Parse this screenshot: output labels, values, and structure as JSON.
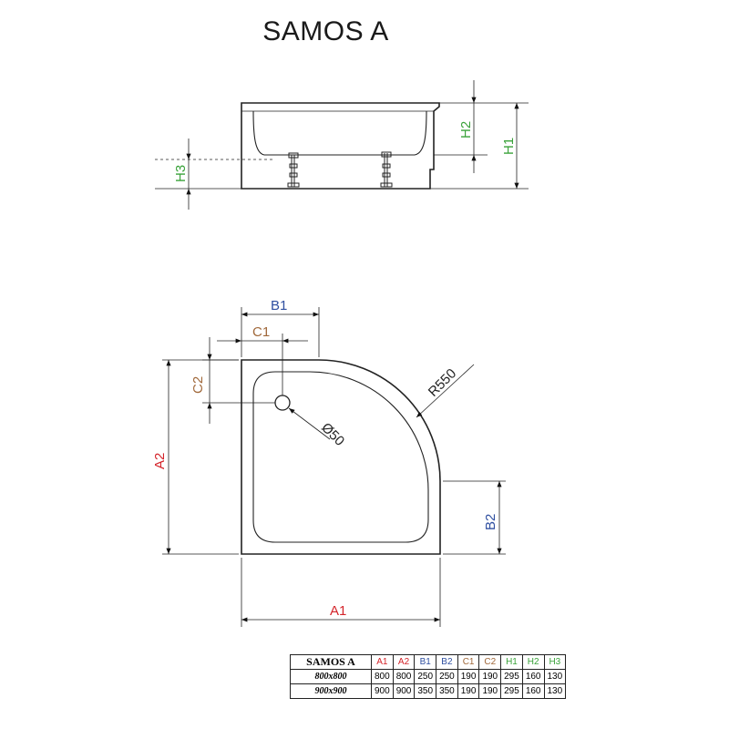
{
  "title": "SAMOS A",
  "labels": {
    "h1": "H1",
    "h2": "H2",
    "h3": "H3",
    "b1": "B1",
    "b2": "B2",
    "c1": "C1",
    "c2": "C2",
    "a1": "A1",
    "a2": "A2",
    "radius": "R550",
    "drain": "Ø50"
  },
  "colors": {
    "a": "#d4242a",
    "b": "#2f4fa0",
    "c": "#a0683a",
    "h": "#3aa23a",
    "line": "#222222"
  },
  "table": {
    "header": [
      "SAMOS A",
      "A1",
      "A2",
      "B1",
      "B2",
      "C1",
      "C2",
      "H1",
      "H2",
      "H3"
    ],
    "rows": [
      [
        "800x800",
        "800",
        "800",
        "250",
        "250",
        "190",
        "190",
        "295",
        "160",
        "130"
      ],
      [
        "900x900",
        "900",
        "900",
        "350",
        "350",
        "190",
        "190",
        "295",
        "160",
        "130"
      ]
    ]
  }
}
